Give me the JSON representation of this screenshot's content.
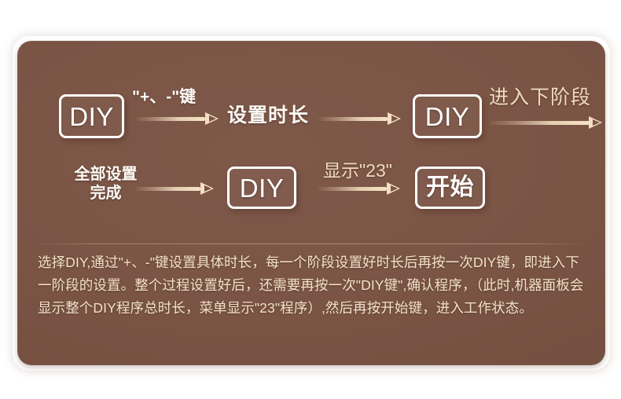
{
  "card": {
    "background_color": "#7a5445",
    "border_radius": "18px"
  },
  "flow": {
    "row1": {
      "start_box": {
        "label": "DIY",
        "type": "latin"
      },
      "arrow1_label": "\"+、-\"键",
      "middle_label": "设置时长",
      "mid_box": {
        "label": "DIY",
        "type": "latin"
      },
      "arrow3_label": "进入下阶段"
    },
    "row2": {
      "start_label": "全部设置\n完成",
      "box1": {
        "label": "DIY",
        "type": "latin"
      },
      "arrow_label": "显示\"23\"",
      "box2": {
        "label": "开始",
        "type": "cjk"
      }
    }
  },
  "description": {
    "text": "选择DIY,通过\"+、-\"键设置具体时长，每一个阶段设置好时长后再按一次DIY键，即进入下一阶段的设置。整个过程设置好后，还需要再按一次\"DIY键\",确认程序，（此时,机器面板会显示整个DIY程序总时长，菜单显示\"23\"程序）,然后再按开始键，进入工作状态。",
    "text_color": "#f2e2ca"
  },
  "colors": {
    "box_border": "#ffffff",
    "arrow": "#f3dfc2",
    "label_white": "#fdfaf6",
    "label_cream": "#f0dcbe"
  }
}
